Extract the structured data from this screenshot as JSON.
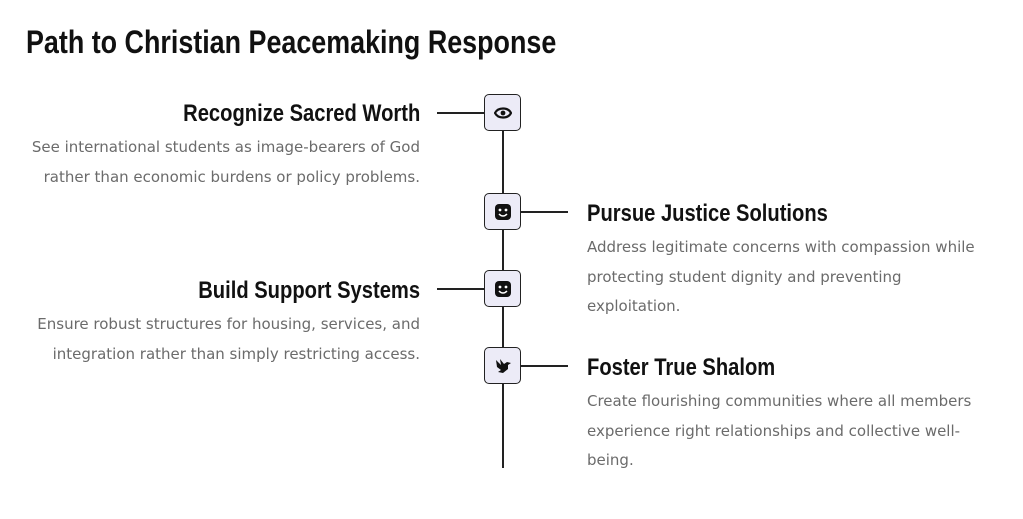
{
  "title": "Path to Christian Peacemaking Response",
  "steps": [
    {
      "title": "Recognize Sacred Worth",
      "text": "See international students as image-bearers of God rather than economic burdens or policy problems.",
      "icon": "eye-icon"
    },
    {
      "title": "Pursue Justice Solutions",
      "text": "Address legitimate concerns with compassion while protecting student dignity and preventing exploitation.",
      "icon": "smile-icon"
    },
    {
      "title": "Build Support Systems",
      "text": "Ensure robust structures for housing, services, and integration rather than simply restricting access.",
      "icon": "smile-icon"
    },
    {
      "title": "Foster True Shalom",
      "text": "Create flourishing communities where all members experience right relationships and collective well-being.",
      "icon": "dove-icon"
    }
  ]
}
